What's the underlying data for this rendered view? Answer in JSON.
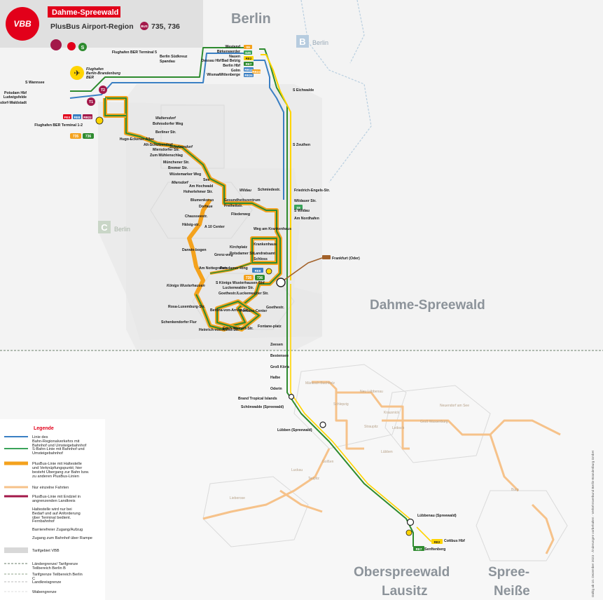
{
  "header": {
    "logo": "VBB",
    "region_title": "Dahme-Spreewald",
    "subtitle": "PlusBus Airport-Region",
    "bus_badge": "BUS",
    "bus_lines": "735, 736"
  },
  "regions": {
    "berlin": "Berlin",
    "zone_b": "B",
    "zone_b_label": "Berlin",
    "zone_c": "C",
    "zone_c_label": "Berlin",
    "dahme": "Dahme-Spreewald",
    "oberspreewald_1": "Oberspreewald",
    "oberspreewald_2": "Lausitz",
    "spree_1": "Spree-",
    "spree_2": "Neiße"
  },
  "places": {
    "airport_1": "Flughafen",
    "airport_2": "Berlin-Brandenburg",
    "airport_3": "BER",
    "waltersdorf": "Waltersdorf",
    "schulzendorf": "Schulzendorf",
    "miersdorf": "Miersdorf",
    "wildau": "Wildau",
    "koenigs_wusterhausen": "Königs Wusterhausen",
    "frankfurt": "Frankfurt (Oder)"
  },
  "badges": {
    "t1": "T1",
    "t2": "T2",
    "l735": "735",
    "l736": "736",
    "re2": "RE2",
    "re7": "RE7",
    "s9": "S9",
    "s8": "S8",
    "s45": "S45",
    "re8": "RE8",
    "rb22": "RB22",
    "fex": "FEX",
    "rb24": "RB24",
    "rb14": "RB14",
    "re24": "RE24"
  },
  "stations": [
    "Westend",
    "Birkenwerder",
    "Nauen",
    "Dessau Hbf",
    "Bad Belzig",
    "Berlin Hbf",
    "Golm",
    "Wismar",
    "Wittenberge",
    "Flughafen BER Terminal 5",
    "Berlin Südkreuz",
    "Spandau",
    "S Wannsee",
    "Potsdam Hbf",
    "Ludwigsfelde",
    "Wünsdorf-Waldstadt",
    "S Eichwalde",
    "S Zeuthen",
    "Bohnsdorfer Weg",
    "Berliner Str.",
    "Hugo-Eckener-Allee",
    "Flughafen BER Terminal 1-2",
    "Alt-Schulzendorf",
    "Miersdorfer Str.",
    "Zum Mühlenschlag",
    "Münchener Str.",
    "Bremer Str.",
    "Wüstemarker Weg",
    "See",
    "Am Hochwald",
    "Hoherlehmer Str.",
    "Blumenkorso",
    "Dorfaue",
    "Gesundheitszentrum",
    "Freiheitstr.",
    "Fliederweg",
    "Schmiedestr.",
    "Friedrich-Engels-Str.",
    "Wildauer Str.",
    "S Wildau",
    "Am Nordhafen",
    "Chausseestr.",
    "Hälsig-str.",
    "A 10 Center",
    "Darwin-bogen",
    "Grenz-weg",
    "Weg am Krankenhaus",
    "Krankenhaus",
    "Kirchplatz",
    "Potsdamer Str.",
    "Landratsamt",
    "Schloss",
    "Am Nottegraben",
    "Potsdamer Ring",
    "S Königs Wusterhausen Bhf",
    "Luckenwalder Str.",
    "Goethestr./Luckenwalder Str.",
    "Rosa-Luxemburg-Str.",
    "Bettina-von-Arnim-Str.",
    "Fontane-Center",
    "Goethestr.",
    "Schenkendorfer Flur",
    "Heinrich-von-Kleist-Str.",
    "Erich-Weinert-Str.",
    "Fontane-platz",
    "Zeesen",
    "Bestensee",
    "Groß Köris",
    "Halbe",
    "Oderin",
    "Brand Tropical Islands",
    "Schönwalde (Spreewald)",
    "Lübben (Spreewald)",
    "Lübbenau (Spreewald)",
    "Cottbus Hbf",
    "Senftenberg"
  ],
  "faint_places": [
    "Märkisch Buchholz",
    "Schlepzig",
    "Neu Lübbenau",
    "Krausnick",
    "Groß Wasserburg",
    "Leibsch",
    "Teupitz",
    "Golßen",
    "Luckau",
    "Lieberose",
    "Straupitz",
    "Burg",
    "Lübben",
    "Neuendorf am See"
  ],
  "legend": {
    "title": "Legende",
    "items": [
      "Linie des Bahn-Regionalverkehrs mit Bahnhof und Umsteigebahnhof",
      "S-Bahn-Linie mit Bahnhof und Umsteigebahnhof",
      "PlusBus-Linie mit Haltestelle und Verknüpfungspunkt; hier besteht Übergang zur Bahn bzw. zu anderen PlusBus-Linien innerhalb von 15 Minuten",
      "Nur einzelne Fahrten",
      "PlusBus-Linie mit Endziel in angrenzenden Landkreis",
      "Haltestelle wird nur bei Bedarf und auf Anforderung über Terminal bedient.",
      "Fernbahnhof",
      "Barrierefreier Zugang/Aufzug",
      "Zugang zum Bahnhof über Rampe",
      "Tarifgebiet VBB",
      "Ländergrenze/ Tarifgrenze Teilbereich Berlin B",
      "Tarifgrenze Teilbereich Berlin C",
      "Landkreisgrenze",
      "Wabengrenze"
    ]
  },
  "footer_note": "Gültig ab 10. Dezember 2023 · Änderungen vorbehalten · Verkehrsverbund Berlin-Brandenburg GmbH",
  "colors": {
    "red": "#e2001a",
    "green": "#2e8b2f",
    "sbahn_green": "#3aa35a",
    "blue": "#3a7fc3",
    "orange": "#f4a21d",
    "yellow": "#ffd400",
    "dark_red": "#a3194a",
    "faint_orange": "#f6c28a"
  }
}
